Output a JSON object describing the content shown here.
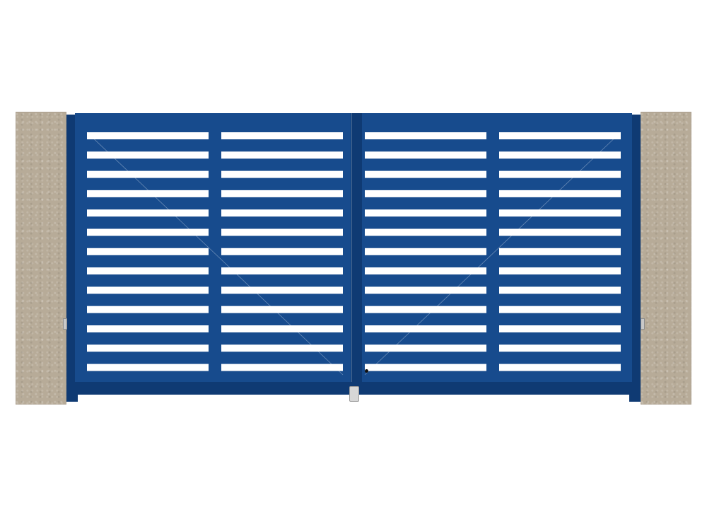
{
  "colors": {
    "gate_blue": "#174b8d",
    "gate_blue_dark": "#0f3a73",
    "slat_gap": "#ffffff",
    "pillar": "#b7ab98",
    "background": "#ffffff"
  },
  "gate": {
    "leaves": 2,
    "panels_per_leaf": 2,
    "gaps_per_panel": 13
  }
}
